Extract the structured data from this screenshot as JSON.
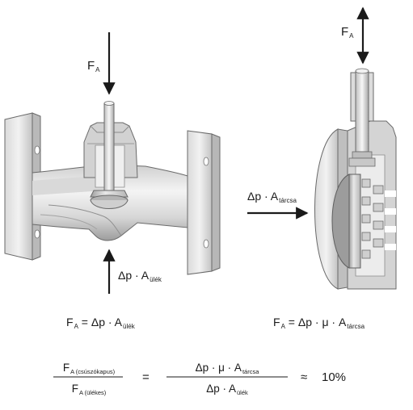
{
  "left_valve": {
    "force_label_main": "F",
    "force_label_sub": "A",
    "pressure_label_main": "Δp · A",
    "pressure_label_sub": "ülék"
  },
  "right_valve": {
    "force_label_main": "F",
    "force_label_sub": "A",
    "pressure_label_main": "Δp · A",
    "pressure_label_sub": "tárcsa"
  },
  "equations": {
    "left": {
      "lhs_main": "F",
      "lhs_sub": "A",
      "rhs_main": "= Δp · A",
      "rhs_sub": "ülék"
    },
    "right": {
      "lhs_main": "F",
      "lhs_sub": "A",
      "rhs_main": "= Δp · μ · A",
      "rhs_sub": "tárcsa"
    }
  },
  "ratio": {
    "num1_main": "F",
    "num1_sub": "A (csúszókapus)",
    "den1_main": "F",
    "den1_sub": "A (ülékes)",
    "equals": "=",
    "num2_main": "Δp · μ · A",
    "num2_sub": "tárcsa",
    "den2_main": "Δp · A",
    "den2_sub": "ülék",
    "approx": "≈",
    "result": "10%"
  },
  "colors": {
    "arrow": "#1a1a1a",
    "metal_light": "#e6e6e6",
    "metal_mid": "#bdbdbd",
    "metal_dark": "#8a8a8a",
    "outline": "#5a5a5a"
  }
}
